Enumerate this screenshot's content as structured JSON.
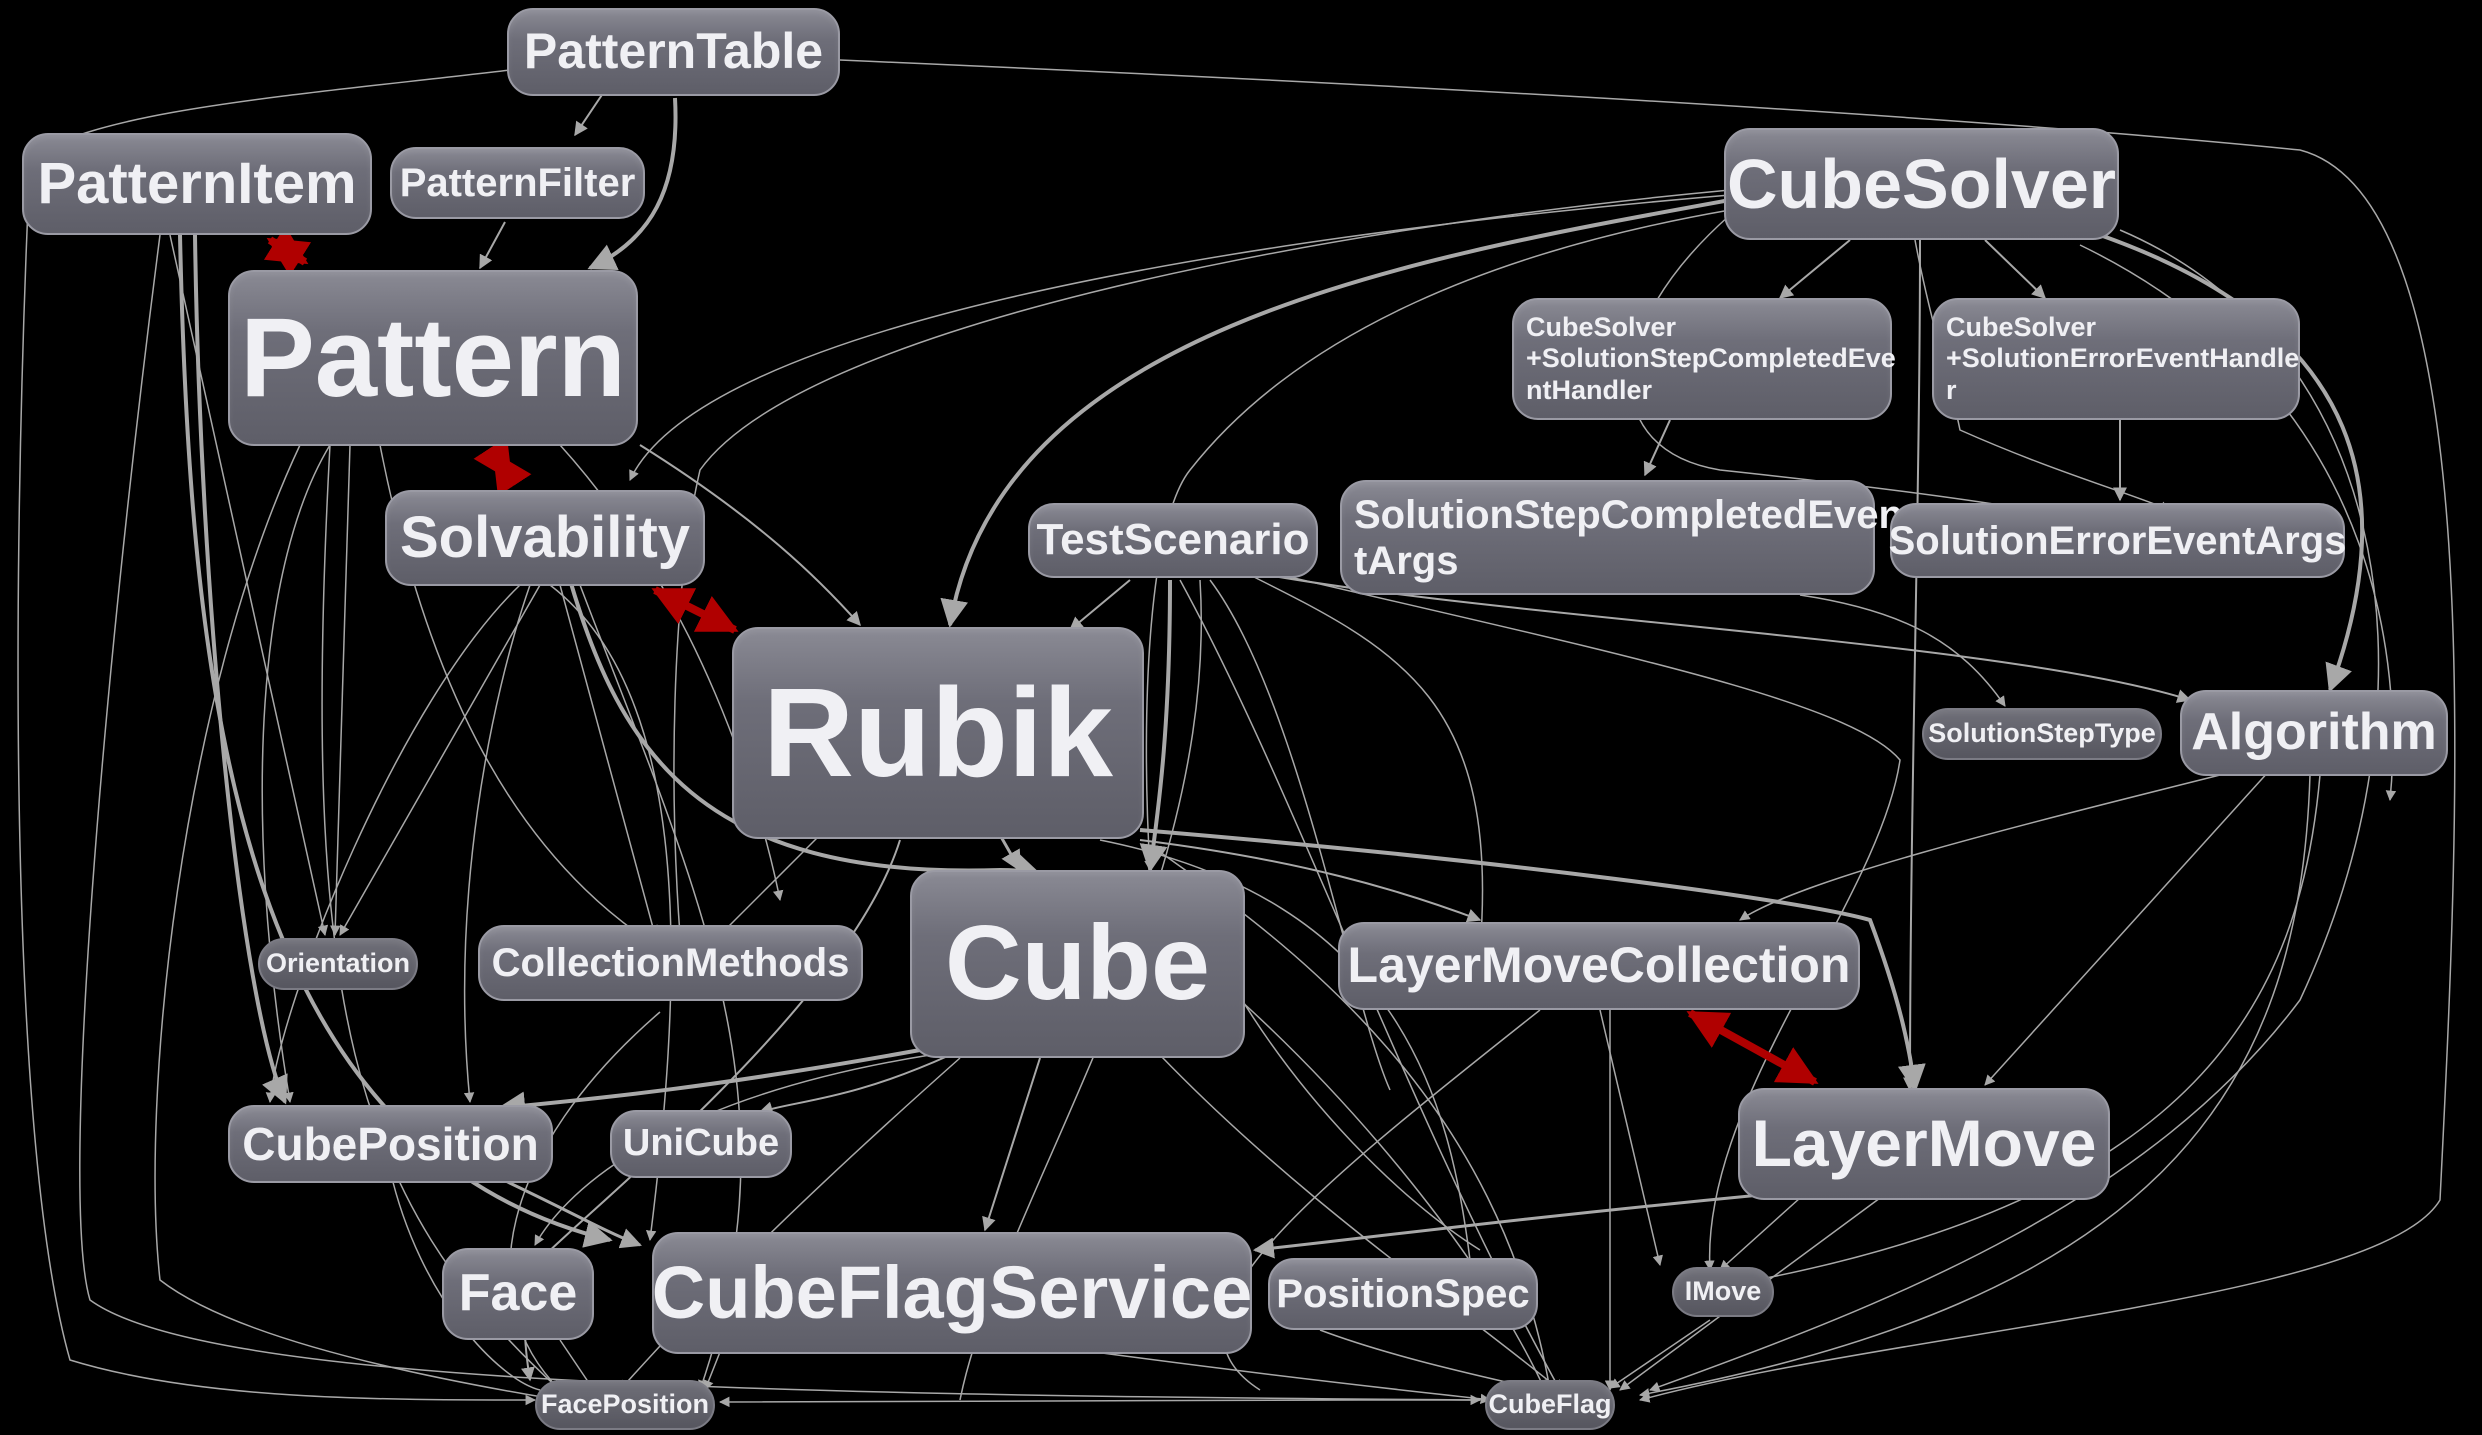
{
  "nodes": {
    "pattern_table": "PatternTable",
    "pattern_item": "PatternItem",
    "pattern_filter": "PatternFilter",
    "pattern": "Pattern",
    "solvability": "Solvability",
    "test_scenario": "TestScenario",
    "rubik": "Rubik",
    "cube_solver": "CubeSolver",
    "solver_step_handler": "CubeSolver\n+SolutionStepCompletedEve\nntHandler",
    "solver_error_handler": "CubeSolver\n+SolutionErrorEventHandle\nr",
    "step_completed_args": "SolutionStepCompletedEven\ntArgs",
    "error_args": "SolutionErrorEventArgs",
    "solution_step_type": "SolutionStepType",
    "algorithm": "Algorithm",
    "orientation": "Orientation",
    "collection_methods": "CollectionMethods",
    "cube": "Cube",
    "layer_move_collection": "LayerMoveCollection",
    "cube_position": "CubePosition",
    "uni_cube": "UniCube",
    "layer_move": "LayerMove",
    "face": "Face",
    "cube_flag_service": "CubeFlagService",
    "position_spec": "PositionSpec",
    "imove": "IMove",
    "face_position": "FacePosition",
    "cube_flag": "CubeFlag"
  },
  "colors": {
    "background": "#000000",
    "edge": "#a8a8a8",
    "bidirectional_edge": "#b00000",
    "node_fill": "#6e6e79"
  }
}
